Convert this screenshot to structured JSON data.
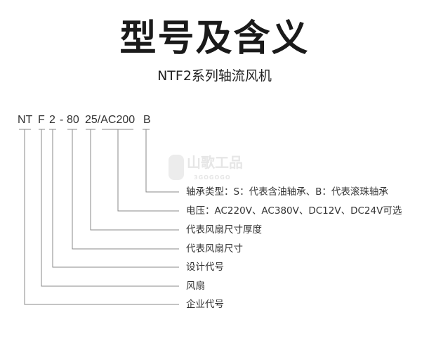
{
  "header": {
    "title": "型号及含义",
    "subtitle": "NTF2系列轴流风机"
  },
  "model_code": [
    "NT",
    "F",
    "2",
    "-",
    "80",
    "25/AC200",
    "B"
  ],
  "descriptions": [
    "轴承类型：S：代表含油轴承、B：代表滚珠轴承",
    "电压：AC220V、AC380V、DC12V、DC24V可选",
    "代表风扇尺寸厚度",
    "代表风扇尺寸",
    "设计代号",
    "风扇",
    "企业代号"
  ],
  "watermark": {
    "cn": "山歌工品",
    "en": "3GOGOGO"
  },
  "colors": {
    "line": "#888888",
    "text": "#333333"
  }
}
